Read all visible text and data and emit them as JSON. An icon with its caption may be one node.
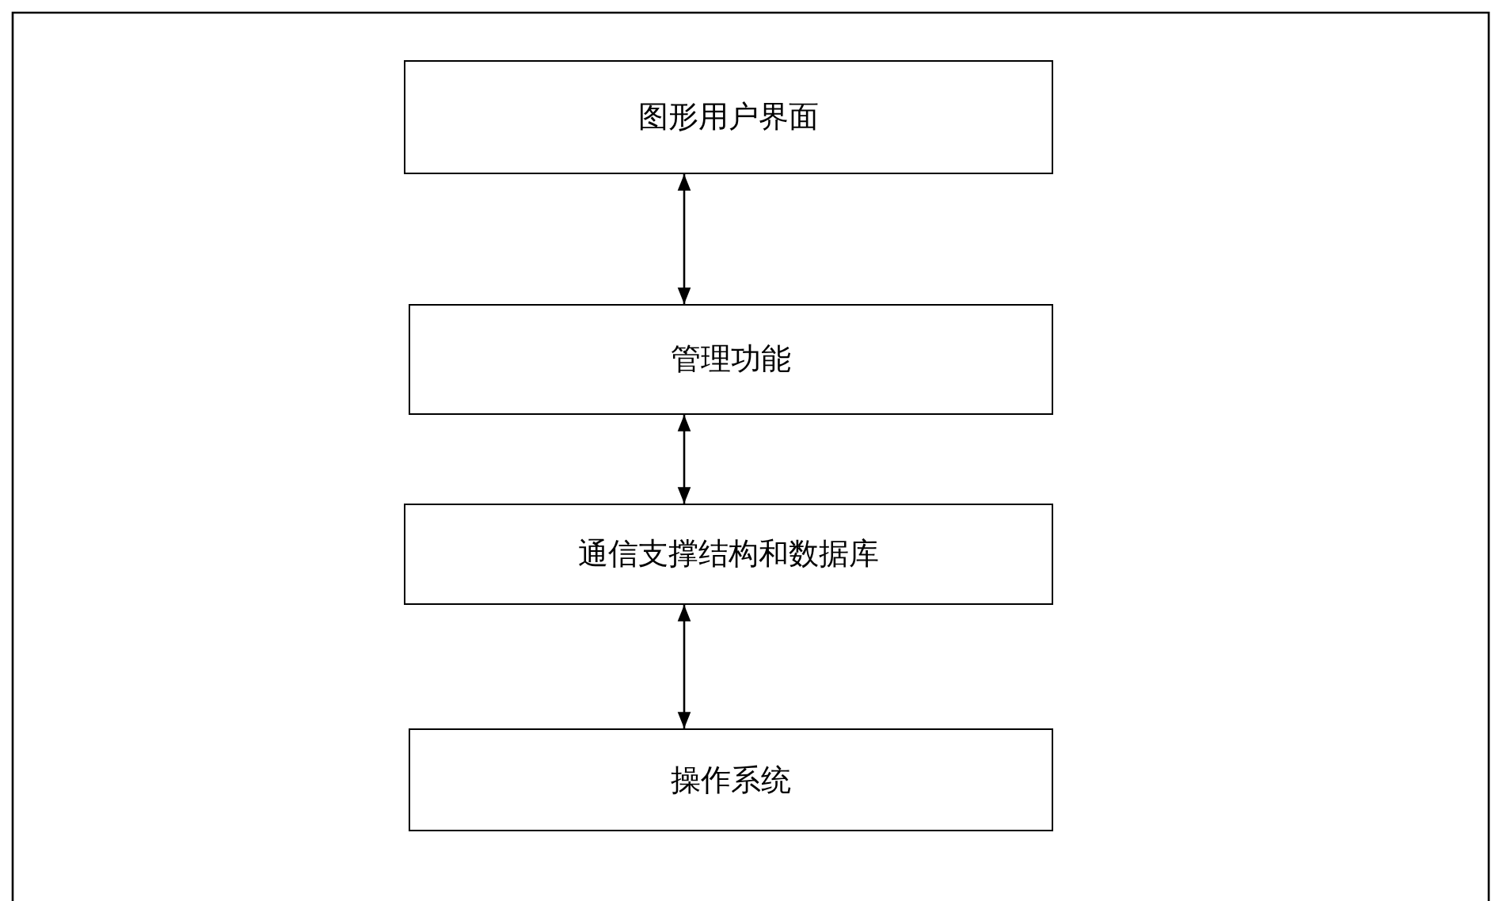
{
  "diagram": {
    "nodes": [
      {
        "text": [
          "图形用户界面"
        ]
      },
      {
        "text": [
          "管理功能"
        ]
      },
      {
        "text": [
          "通信支撑结构和数据库"
        ]
      },
      {
        "text": [
          "操作系统"
        ]
      }
    ],
    "edges": [
      {
        "from": 0,
        "to": 1,
        "arrow": "both"
      },
      {
        "from": 1,
        "to": 2,
        "arrow": "both"
      },
      {
        "from": 2,
        "to": 3,
        "arrow": "both"
      }
    ]
  }
}
